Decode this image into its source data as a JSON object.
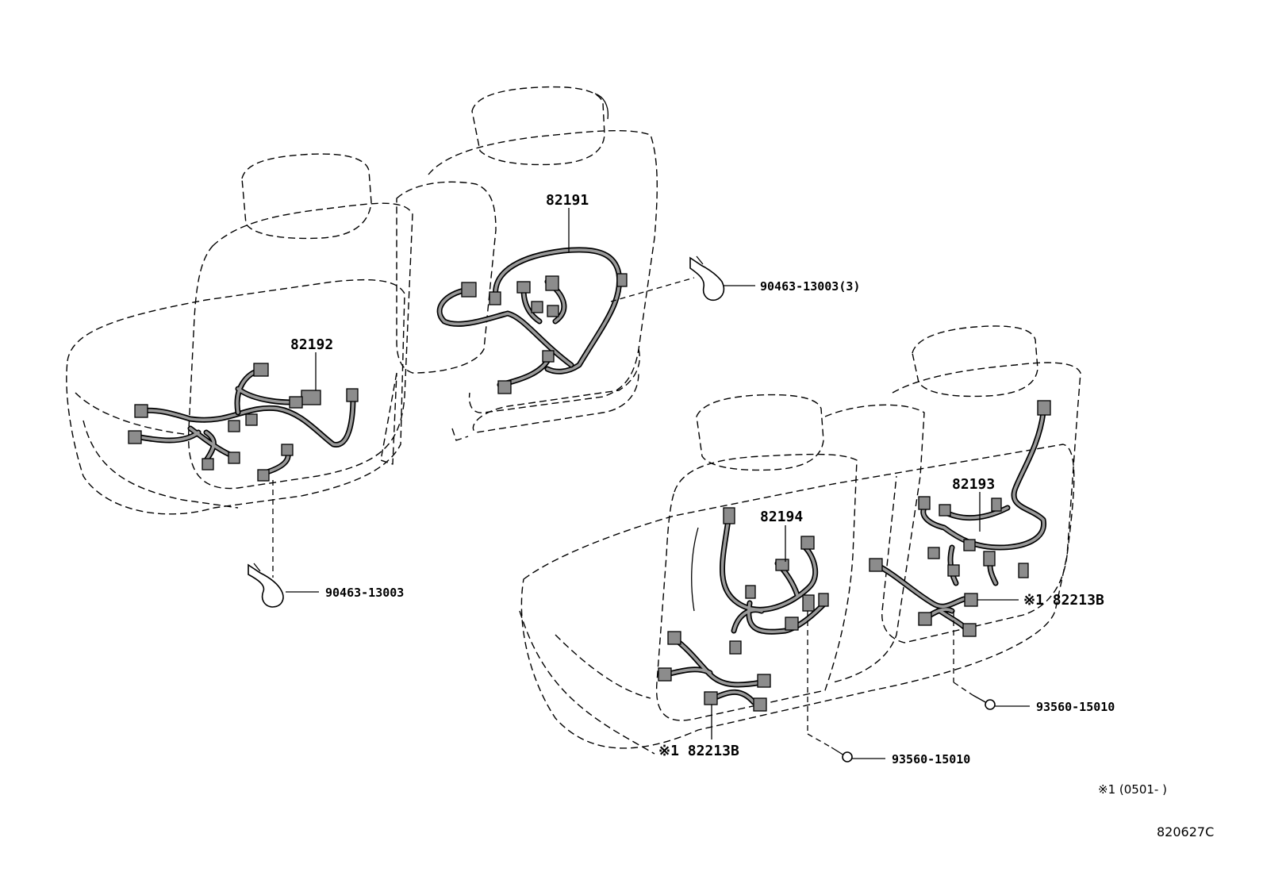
{
  "labels": {
    "p82191": "82191",
    "p82192": "82192",
    "p82193": "82193",
    "p82194": "82194",
    "clamp_top": "90463-13003(3)",
    "clamp_left": "90463-13003",
    "p82213b_right": "※1 82213B",
    "p82213b_left": "※1 82213B",
    "screw_right": "93560-15010",
    "screw_bottom": "93560-15010"
  },
  "footnote": "※1 (0501-      )",
  "figure_code": "820627C"
}
